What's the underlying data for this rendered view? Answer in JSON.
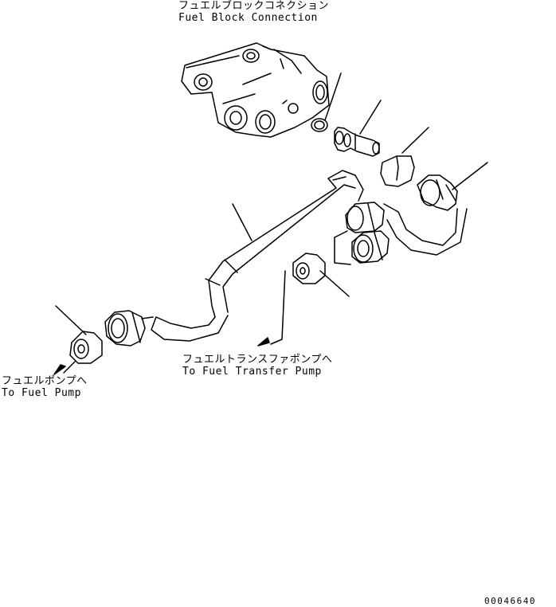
{
  "labels": {
    "fuel_block": {
      "jp": "フュエルブロックコネクション",
      "en": "Fuel Block Connection"
    },
    "transfer_pump": {
      "jp": "フュエルトランスファポンプへ",
      "en": "To Fuel Transfer Pump"
    },
    "fuel_pump": {
      "jp": "フュエルポンプへ",
      "en": "To Fuel Pump"
    }
  },
  "reference_number": "00046640"
}
